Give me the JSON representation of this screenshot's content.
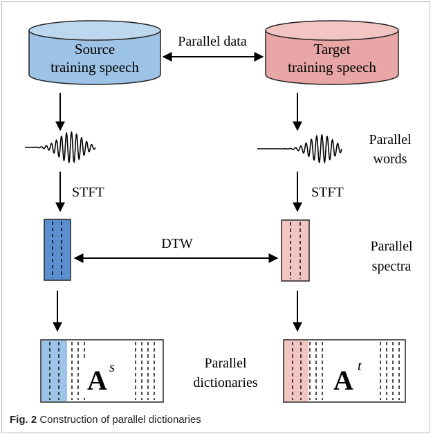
{
  "source_db_line1": "Source",
  "source_db_line2": "training speech",
  "target_db_line1": "Target",
  "target_db_line2": "training speech",
  "parallel_data_label": "Parallel data",
  "stft_left": "STFT",
  "stft_right": "STFT",
  "dtw_label": "DTW",
  "parallel_words_line1": "Parallel",
  "parallel_words_line2": "words",
  "parallel_spectra_line1": "Parallel",
  "parallel_spectra_line2": "spectra",
  "parallel_dict_line1": "Parallel",
  "parallel_dict_line2": "dictionaries",
  "dict_source_letter": "A",
  "dict_source_sup": "s",
  "dict_target_letter": "A",
  "dict_target_sup": "t",
  "caption_label": "Fig. 2",
  "caption_text": "Construction of parallel dictionaries",
  "colors": {
    "source_fill": "#9dc3e6",
    "source_dark": "#4472c4",
    "target_fill": "#e8a6a6",
    "target_light": "#f2c4c2"
  }
}
